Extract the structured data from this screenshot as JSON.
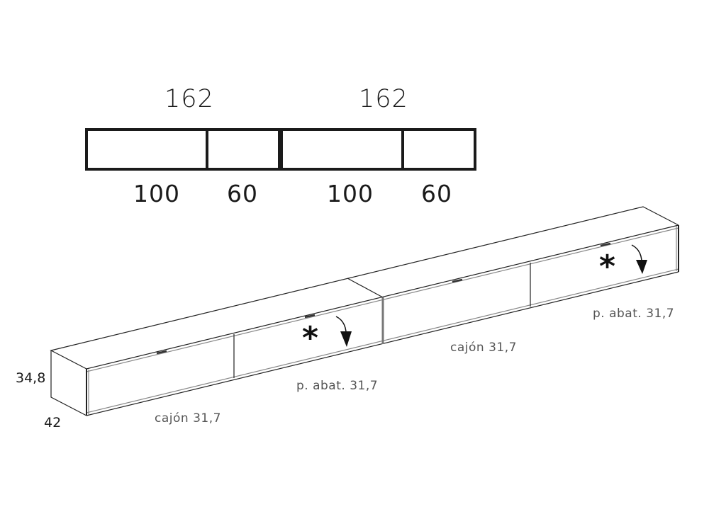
{
  "plan_view": {
    "module_widths": [
      "162",
      "162"
    ],
    "compartment_widths": [
      "100",
      "60",
      "100",
      "60"
    ]
  },
  "iso_view": {
    "height_label": "34,8",
    "depth_label": "42",
    "front_labels": [
      {
        "text": "cajón 31,7"
      },
      {
        "text": "p. abat. 31,7"
      },
      {
        "text": "cajón 31,7"
      },
      {
        "text": "p. abat. 31,7"
      }
    ],
    "flap_marker": "*"
  },
  "colors": {
    "line": "#1a1a1a",
    "label_text": "#555555",
    "edge_gray": "#888888"
  }
}
